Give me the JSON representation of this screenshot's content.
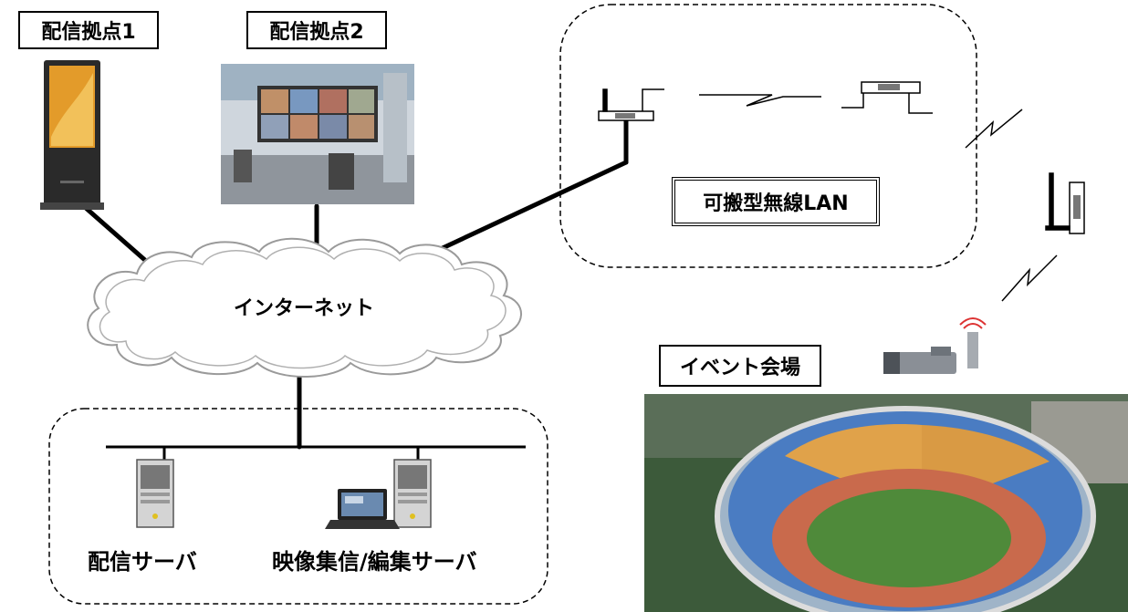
{
  "labels": {
    "site1": "配信拠点1",
    "site2": "配信拠点2",
    "wireless_lan": "可搬型無線LAN",
    "internet": "インターネット",
    "event_venue": "イベント会場",
    "delivery_server": "配信サーバ",
    "video_server": "映像集信/編集サーバ"
  },
  "colors": {
    "line": "#000000",
    "cloud_stroke": "#999999",
    "kiosk_screen": "#e39b2a",
    "stadium_seats_blue": "#4a7cc2",
    "stadium_seats_orange": "#e0a24a",
    "stadium_track": "#c96a4c",
    "stadium_field": "#4f8a3a"
  },
  "icons": [
    "digital-signage-kiosk-icon",
    "video-wall-room-icon",
    "wireless-router-icon",
    "server-tower-icon",
    "laptop-icon",
    "video-camera-icon",
    "stadium-photo"
  ]
}
